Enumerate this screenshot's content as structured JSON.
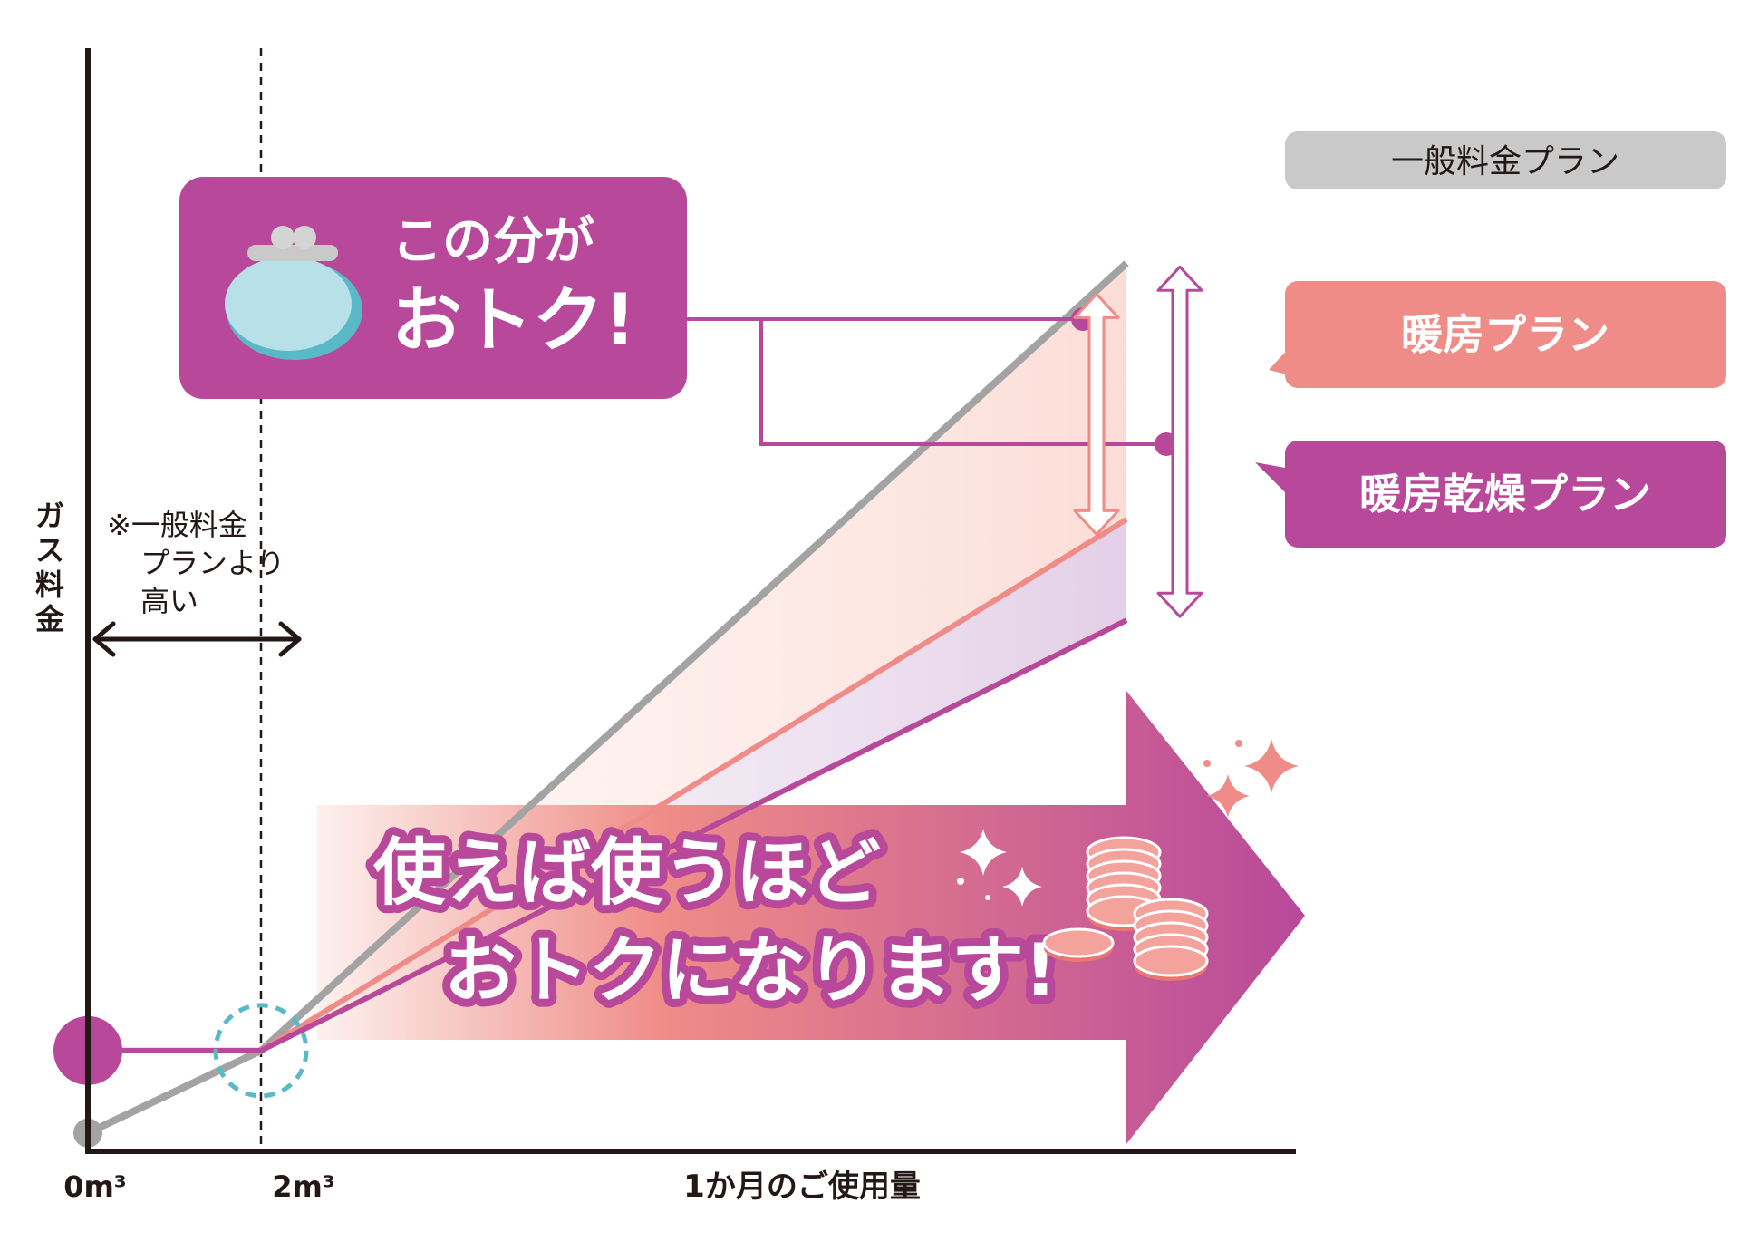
{
  "chart_data": {
    "type": "line",
    "ylabel": "ガス料金",
    "xlabel": "1か月のご使用量",
    "x_ticks": [
      "0m³",
      "2m³"
    ],
    "x": [
      0,
      2,
      12
    ],
    "series": [
      {
        "name": "一般料金プラン",
        "values": [
          0.2,
          1.1,
          9.7
        ]
      },
      {
        "name": "暖房プラン",
        "values": [
          1.1,
          1.1,
          6.9
        ]
      },
      {
        "name": "暖房乾燥プラン",
        "values": [
          1.1,
          1.1,
          5.8
        ]
      }
    ],
    "threshold_x": 2,
    "annotations": {
      "higher_note": [
        "※一般料金",
        "プランより",
        "高い"
      ],
      "savings_callout": [
        "この分が",
        "おトク!"
      ],
      "banner": [
        "使えば使うほど",
        "おトクになります!"
      ]
    }
  },
  "colors": {
    "general": "#a3a3a3",
    "heating": "#ef8c87",
    "heating_dry": "#b8499a",
    "callout_bg": "#b8499a",
    "general_label_bg": "#c9c9c9",
    "heating_label_bg": "#ef8c87",
    "heating_dry_label_bg": "#b8499a",
    "axis": "#231815",
    "threshold_circle": "#5ab9c6",
    "purse": "#b7e0e8"
  },
  "icons": [
    "purse-icon",
    "coin-stack-icon",
    "sparkle-icon"
  ]
}
